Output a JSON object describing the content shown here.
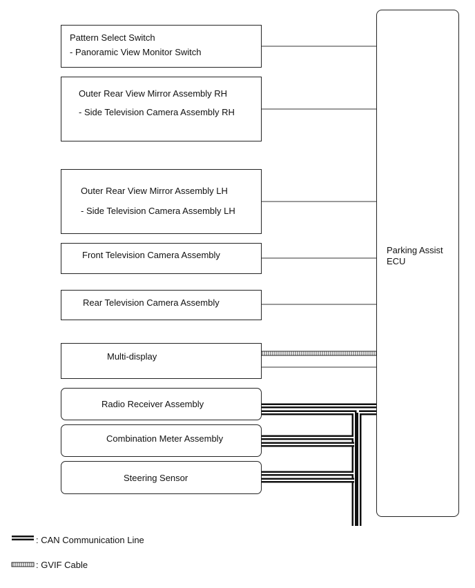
{
  "components": [
    {
      "id": "pattern-select-switch",
      "line1": "Pattern Select Switch",
      "line2": "- Panoramic View Monitor Switch"
    },
    {
      "id": "outer-mirror-rh",
      "line1": "Outer Rear View Mirror Assembly RH",
      "line2": "- Side Television Camera Assembly RH"
    },
    {
      "id": "outer-mirror-lh",
      "line1": "Outer Rear View Mirror Assembly LH",
      "line2": "- Side Television Camera Assembly LH"
    },
    {
      "id": "front-camera",
      "line1": "Front Television Camera Assembly"
    },
    {
      "id": "rear-camera",
      "line1": "Rear Television Camera Assembly"
    },
    {
      "id": "multi-display",
      "line1": "Multi-display"
    },
    {
      "id": "radio-receiver",
      "line1": "Radio Receiver Assembly"
    },
    {
      "id": "combination-meter",
      "line1": "Combination Meter Assembly"
    },
    {
      "id": "steering-sensor",
      "line1": "Steering Sensor"
    }
  ],
  "ecu": {
    "line1": "Parking Assist",
    "line2": "ECU"
  },
  "legend": {
    "can": ": CAN Communication Line",
    "gvif": ": GVIF Cable"
  }
}
